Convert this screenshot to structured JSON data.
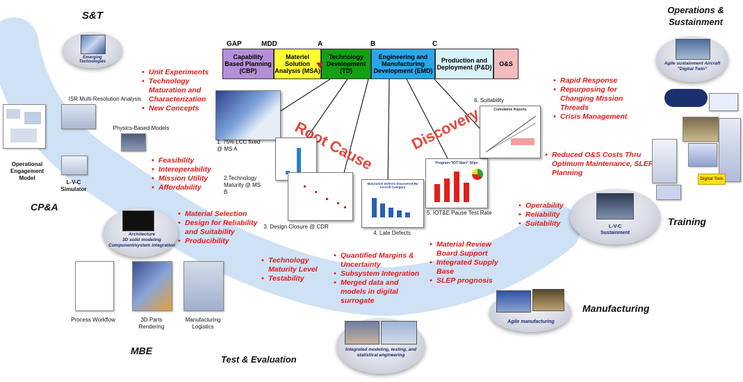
{
  "domains": {
    "st": "S&T",
    "ops": "Operations & Sustainment",
    "cpa": "CP&A",
    "training": "Training",
    "mbe": "MBE",
    "manufacturing": "Manufacturing",
    "test_eval": "Test & Evaluation"
  },
  "milestones": [
    "GAP",
    "MDD",
    "A",
    "B",
    "C"
  ],
  "phases": [
    {
      "label": "Capability Based Planning (CBP)",
      "color": "#b58fd6"
    },
    {
      "label": "Materiel Solution Analysis (MSA)",
      "color": "#ffff33"
    },
    {
      "label": "Technology Development (TD)",
      "color": "#13a013"
    },
    {
      "label": "Engineering and Manufacturing Development (EMD)",
      "color": "#28a7e8"
    },
    {
      "label": "Production and Deployment (P&D)",
      "color": "#d9f2fa"
    },
    {
      "label": "O&S",
      "color": "#f2bcbc"
    }
  ],
  "arc_labels": {
    "root_cause": "Root Cause",
    "discovery": "Discovery"
  },
  "bullets": {
    "st": [
      "Unit Experiments",
      "Technology Maturation and Characterization",
      "New Concepts"
    ],
    "cpa": [
      "Feasibility",
      "Interoperability",
      "Mission Utility",
      "Affordability"
    ],
    "mbe": [
      "Material Selection",
      "Design for Reliability and Suitability",
      "Producibility"
    ],
    "tech": [
      "Technology Maturity Level",
      "Testability"
    ],
    "test": [
      "Quantified Margins & Uncertainty",
      "Subsystem Integration",
      "Merged data and models in digital surrogate"
    ],
    "manuf": [
      "Material Review Board Support",
      "Integrated Supply Base",
      "SLEP prognosis"
    ],
    "training": [
      "Operability",
      "Reliability",
      "Suitability"
    ],
    "ops_reduced": [
      "Reduced O&S Costs Thru Optimum Maintenance, SLEP Planning"
    ],
    "ops": [
      "Rapid Response",
      "Repurposing for Changing Mission Threads",
      "Crisis Management"
    ]
  },
  "numbered": [
    "1. 75% LCC fixed @ MS A",
    "2.Technology Maturity @ MS B",
    "3. Design Closure @ CDR",
    "4. Late Defects",
    "5. IOT&E Pause Test Rate",
    "6. Suitability"
  ],
  "captions": {
    "emerging": "Emerging Technologies",
    "isr": "ISR Multi-Resolution Analysis",
    "physics": "Physics-Based Models",
    "openg": "Operational Engagement Model",
    "lvc_sim": "L-V-C Simulator",
    "mbe_oval": [
      "Architecture",
      "3D solid modeling",
      "Component/system integration"
    ],
    "process": "Process Workflow",
    "parts": "3D Parts Rendering",
    "mfglog": "Manufacturing Logistics",
    "integrated": "Integrated modeling, testing, and statistical engineering",
    "agile_mfg": "Agile manufacturing",
    "lvc_sust": [
      "L-V-C",
      "Sustainment"
    ],
    "agile_sust": "Agile sustainment Aircraft \"Digital Twin\"",
    "digital_twin": "Digital Twin"
  },
  "chart_titles": {
    "iot": "Program \"IOT Start\" Slips",
    "cum": "Cumulative Reports",
    "late": "Maturation Defects Discovered By Aircraft Category"
  }
}
